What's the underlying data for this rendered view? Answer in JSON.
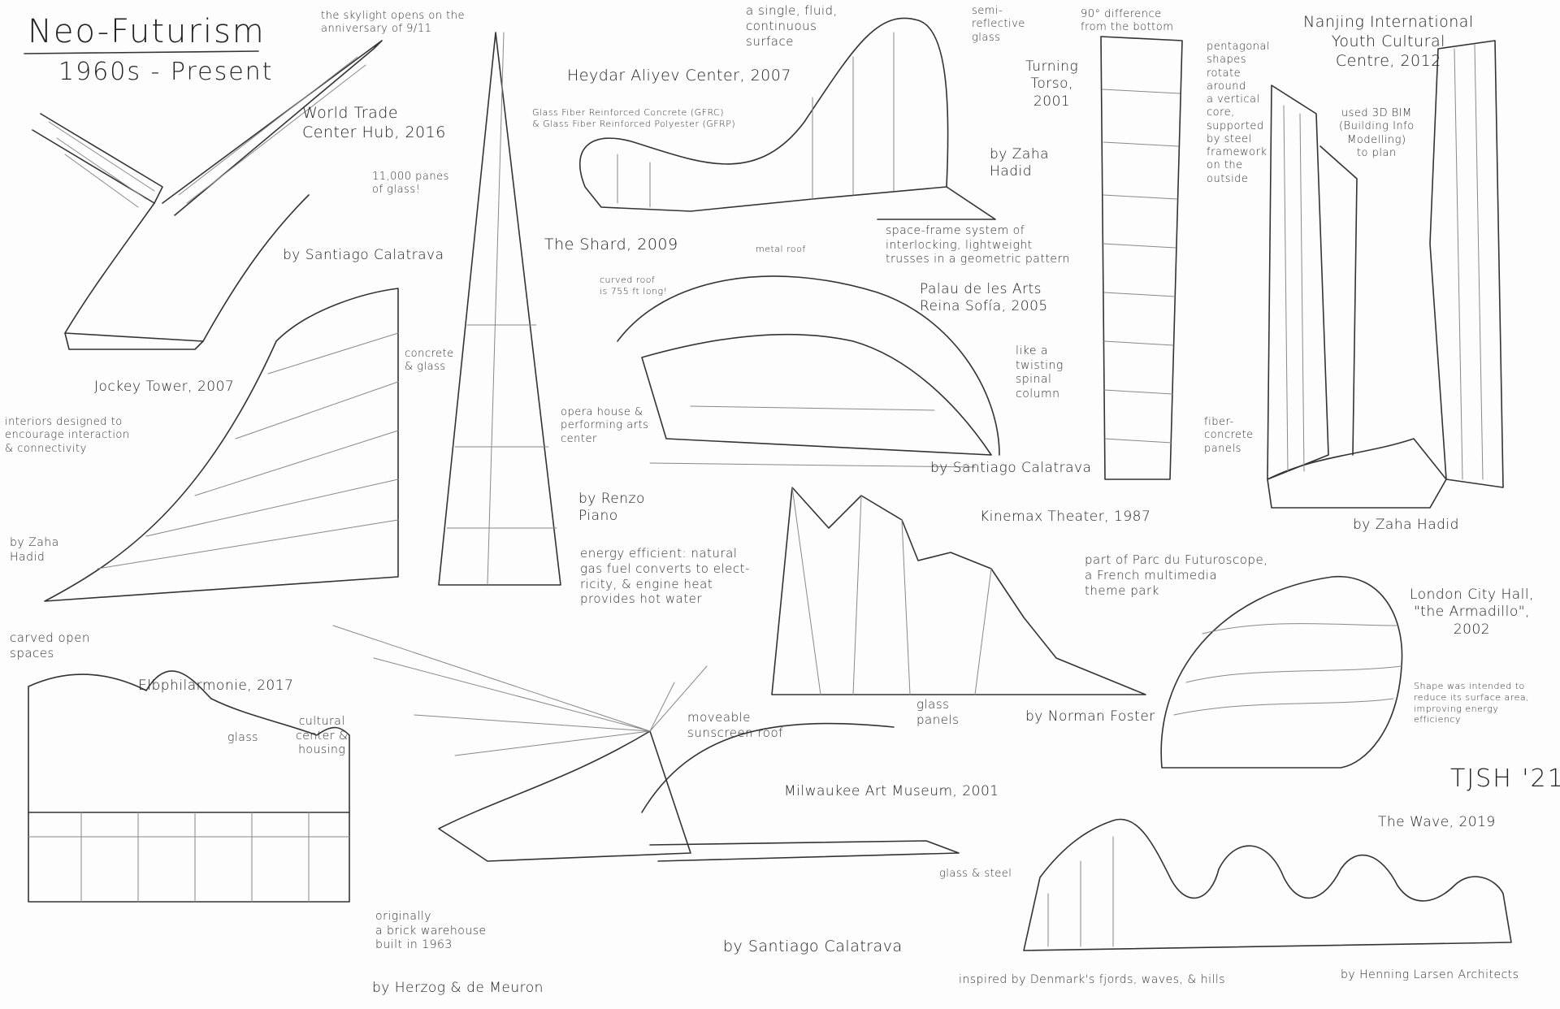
{
  "header": {
    "title": "Neo-Futurism",
    "subtitle": "1960s - Present"
  },
  "signature": "TJSH '21",
  "buildings": {
    "wtc": {
      "title": "World Trade\nCenter Hub, 2016",
      "architect": "by Santiago Calatrava",
      "notes": [
        "the skylight opens on the\nanniversary of 9/11"
      ]
    },
    "shard": {
      "title": "The Shard, 2009",
      "architect": "by Renzo\nPiano",
      "notes": [
        "11,000 panes\nof glass!",
        "energy efficient: natural\ngas fuel converts to elect-\nricity, & engine heat\nprovides hot water"
      ]
    },
    "heydar": {
      "title": "Heydar Aliyev Center, 2007",
      "architect": "by Zaha\nHadid",
      "notes": [
        "Glass Fiber Reinforced Concrete (GFRC)\n& Glass Fiber Reinforced Polyester (GFRP)",
        "a single, fluid,\ncontinuous\nsurface",
        "semi-\nreflective\nglass",
        "space-frame system of\ninterlocking, lightweight\ntrusses in a geometric pattern"
      ]
    },
    "palau": {
      "title": "Palau de les Arts\nReina Sofía, 2005",
      "architect": "by Santiago Calatrava",
      "notes": [
        "metal roof",
        "curved roof\nis 755 ft long!",
        "opera house &\nperforming arts\ncenter"
      ]
    },
    "torso": {
      "title": "Turning\nTorso,\n2001",
      "notes": [
        "90° difference\nfrom the bottom",
        "pentagonal\nshapes\nrotate\naround\na vertical\ncore,\nsupported\nby steel\nframework\non the\noutside",
        "like a\ntwisting\nspinal\ncolumn"
      ]
    },
    "nanjing": {
      "title": "Nanjing International\nYouth Cultural\nCentre, 2012",
      "architect": "by Zaha Hadid",
      "notes": [
        "used 3D BIM\n(Building Info\nModelling)\nto plan",
        "fiber-\nconcrete\npanels"
      ]
    },
    "jockey": {
      "title": "Jockey Tower, 2007",
      "architect": "by Zaha\nHadid",
      "notes": [
        "concrete\n& glass",
        "interiors designed to\nencourage interaction\n& connectivity"
      ]
    },
    "kinemax": {
      "title": "Kinemax Theater, 1987",
      "notes": [
        "part of Parc du Futuroscope,\na French multimedia\ntheme park",
        "glass\npanels"
      ]
    },
    "cityhall": {
      "title": "London City Hall,\n\"the Armadillo\",\n2002",
      "architect": "by Norman Foster",
      "notes": [
        "Shape was intended to\nreduce its surface area,\nimproving energy\nefficiency"
      ]
    },
    "elbphil": {
      "title": "Elbphilarmonie, 2017",
      "architect": "by Herzog & de Meuron",
      "notes": [
        "carved open\nspaces",
        "glass",
        "cultural\ncenter &\nhousing",
        "originally\na brick warehouse\nbuilt in 1963"
      ]
    },
    "milwaukee": {
      "title": "Milwaukee Art Museum, 2001",
      "architect": "by Santiago Calatrava",
      "notes": [
        "moveable\nsunscreen roof",
        "glass & steel"
      ]
    },
    "wave": {
      "title": "The Wave, 2019",
      "architect": "by Henning Larsen Architects",
      "notes": [
        "inspired by Denmark's fjords, waves, & hills"
      ]
    }
  }
}
